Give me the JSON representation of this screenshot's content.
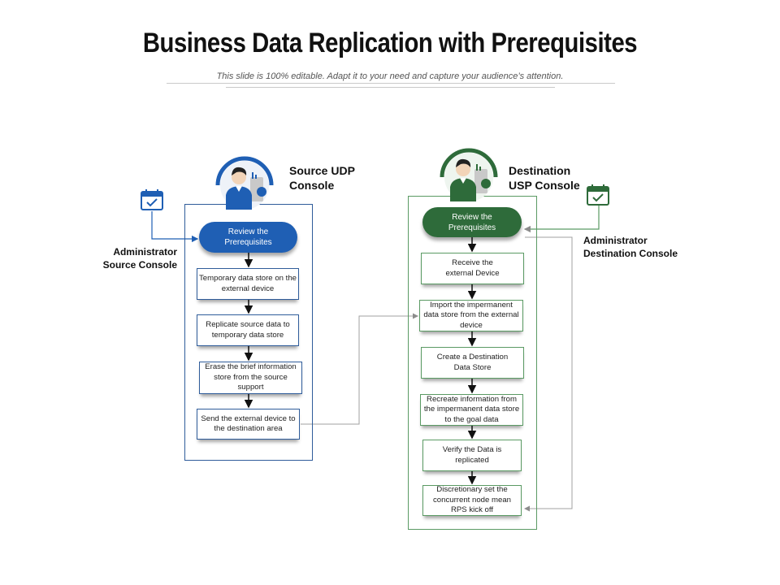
{
  "header": {
    "title": "Business Data Replication with Prerequisites",
    "subtitle": "This slide is 100% editable. Adapt it to your need and capture your audience’s attention."
  },
  "source": {
    "heading_line1": "Source UDP",
    "heading_line2": "Console",
    "side_label_line1": "Administrator",
    "side_label_line2": "Source Console",
    "pill": "Review the Prerequisites",
    "steps": [
      "Temporary data store on the external device",
      "Replicate source data to temporary data store",
      "Erase the brief information store from the source support",
      "Send the external device to the destination area"
    ]
  },
  "destination": {
    "heading_line1": "Destination",
    "heading_line2": "USP Console",
    "side_label_line1": "Administrator",
    "side_label_line2": "Destination Console",
    "pill": "Review the Prerequisites",
    "steps": [
      "Receive the external Device",
      "Import the impermanent data store from the external device",
      "Create a Destination Data Store",
      "Recreate information from the impermanent data store to the goal data",
      "Verify the Data is replicated",
      "Discretionary set the concurrent node mean RPS kick off"
    ]
  },
  "colors": {
    "source_accent": "#1f5fb4",
    "destination_accent": "#2e6b3a",
    "connector": "#9a9a9a"
  },
  "icons": {
    "admin_source": "calendar-check-icon",
    "admin_destination": "calendar-check-icon",
    "source_user": "user-avatar-icon",
    "destination_user": "user-avatar-icon"
  }
}
